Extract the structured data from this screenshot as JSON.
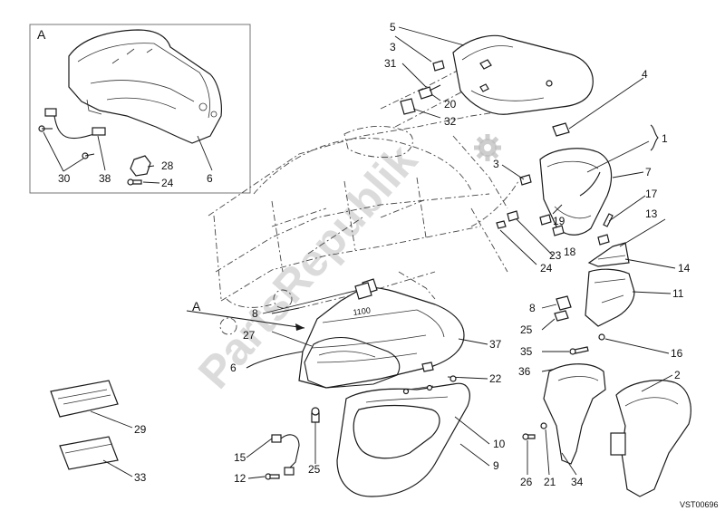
{
  "callouts": {
    "c1": "1",
    "c2": "2",
    "c3a": "3",
    "c3b": "3",
    "c4": "4",
    "c5": "5",
    "c6a": "6",
    "c6b": "6",
    "c7": "7",
    "c8a": "8",
    "c8b": "8",
    "c9": "9",
    "c10": "10",
    "c11": "11",
    "c12": "12",
    "c13": "13",
    "c14": "14",
    "c15": "15",
    "c16": "16",
    "c17": "17",
    "c18": "18",
    "c19": "19",
    "c20": "20",
    "c21": "21",
    "c22": "22",
    "c23": "23",
    "c24a": "24",
    "c24b": "24",
    "c25a": "25",
    "c25b": "25",
    "c26": "26",
    "c27": "27",
    "c28": "28",
    "c29": "29",
    "c30": "30",
    "c31": "31",
    "c32": "32",
    "c33": "33",
    "c34": "34",
    "c35": "35",
    "c36": "36",
    "c37": "37",
    "c38": "38"
  },
  "inset_label": "A",
  "view_ref_label": "A",
  "tank_badge": "1100",
  "drawing_code": "VST00696",
  "watermark": "PartsRepublik"
}
